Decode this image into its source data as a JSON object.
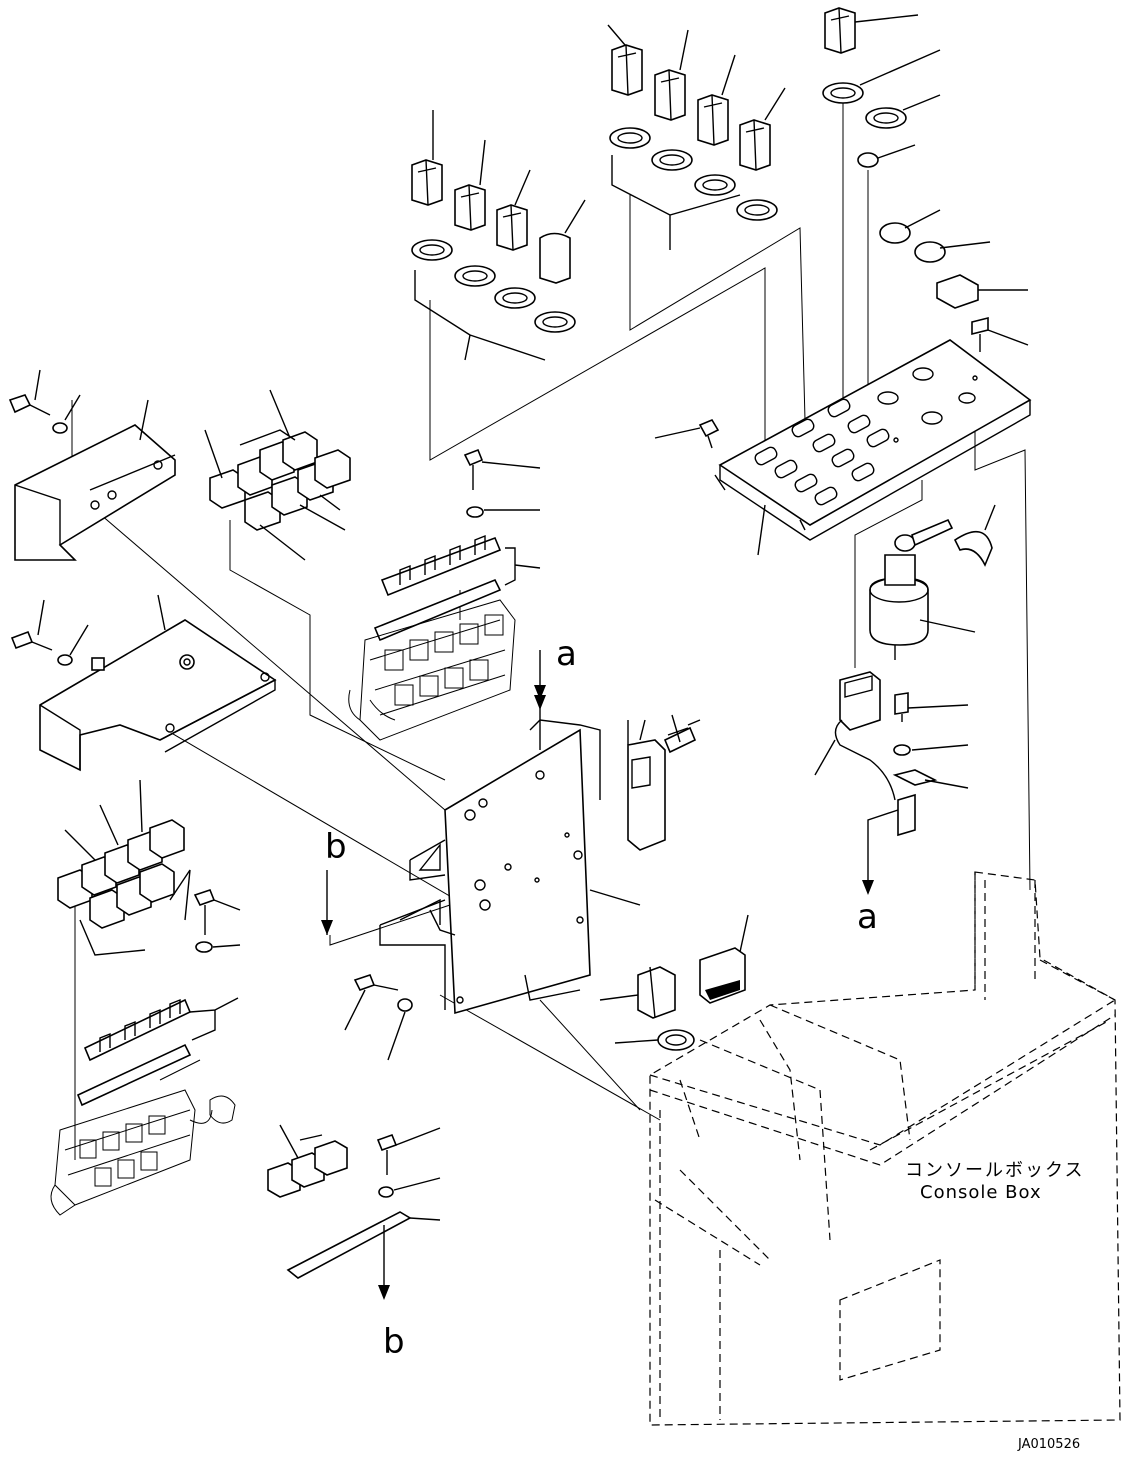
{
  "diagram": {
    "console_label_jp": "コンソールボックス",
    "console_label_en": "Console Box",
    "arrow_a": "a",
    "arrow_b": "b",
    "drawing_code": "JA010526"
  }
}
